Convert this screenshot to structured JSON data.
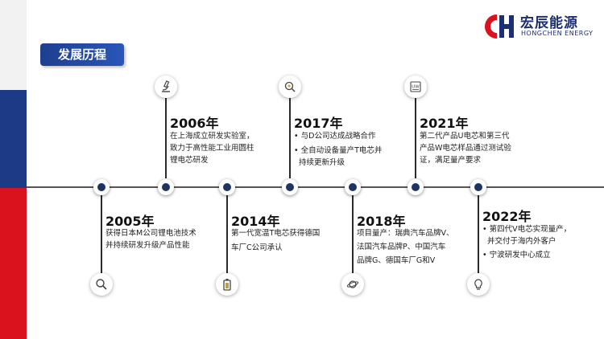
{
  "title": "发展历程",
  "logo": {
    "name_cn": "宏辰能源",
    "name_en": "HONGCHEN ENERGY"
  },
  "colors": {
    "brand_blue": "#1d3a86",
    "brand_red": "#d9121d",
    "node": "#1e3461"
  },
  "events": [
    {
      "year": "2005年",
      "lines": [
        "获得日本M公司锂电池技术",
        "并持续研发升级产品性能"
      ],
      "icon": "magnifier-icon"
    },
    {
      "year": "2006年",
      "lines": [
        "在上海成立研发实验室，",
        "致力于高性能工业用圆柱",
        "锂电芯研发"
      ],
      "icon": "microscope-icon"
    },
    {
      "year": "2014年",
      "lines": [
        "第一代宽温T电芯获得德国",
        "车厂C公司承认"
      ],
      "icon": "battery-icon"
    },
    {
      "year": "2017年",
      "lines": [
        "• 与D公司达成战略合作",
        "• 全自动设备量产T电芯并",
        "  持续更新升级"
      ],
      "icon": "search-gear-icon"
    },
    {
      "year": "2018年",
      "lines": [
        "项目量产：瑞典汽车品牌V、",
        "法国汽车品牌P、中国汽车",
        "品牌G、德国车厂G和V"
      ],
      "icon": "planet-icon"
    },
    {
      "year": "2021年",
      "lines": [
        "第二代产品U电芯和第三代",
        "产品W电芯样品通过测试验",
        "证，满足量产要求"
      ],
      "icon": "uw-cell-icon"
    },
    {
      "year": "2022年",
      "lines": [
        "• 第四代V电芯实现量产，",
        "  并交付于海内外客户",
        "• 宁波研发中心成立"
      ],
      "icon": "lightbulb-icon"
    }
  ]
}
